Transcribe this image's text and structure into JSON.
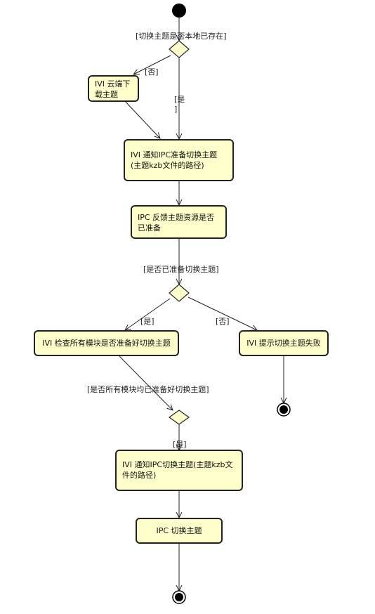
{
  "colors": {
    "node_fill": "#ffffcc",
    "stroke": "#222222",
    "background": "#ffffff"
  },
  "nodes": {
    "cloud_download": "IVI 云端下载主题",
    "notify_prepare": "IVI 通知IPC准备切换主题(主题kzb文件的路径)",
    "ipc_feedback": "IPC 反馈主题资源是否已准备",
    "check_modules": "IVI 检查所有模块是否准备好切换主题",
    "show_fail": "IVI 提示切换主题失败",
    "notify_switch": "IVI 通知IPC切换主题(主题kzb文件的路径)",
    "ipc_switch": "IPC 切换主题"
  },
  "guards": {
    "local_exists": "[切换主题是否本地已存在]",
    "no_1": "[否]",
    "yes_1a": "[是",
    "yes_1b": "]",
    "prepared_q": "[是否已准备切换主题]",
    "yes_2": "[是]",
    "no_2": "[否]",
    "all_ready_q": "[是否所有模块均已准备好切换主题]",
    "yes_3": "[是]"
  }
}
